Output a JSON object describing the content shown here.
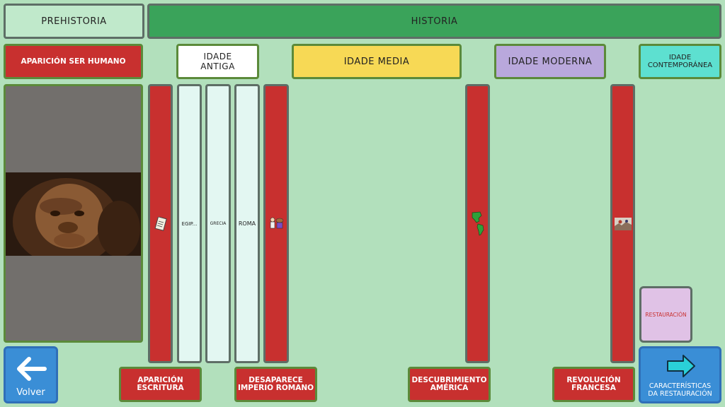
{
  "header": {
    "prehistory": "PREHISTORIA",
    "history": "HISTORIA"
  },
  "ages": {
    "human": "APARICIÓN SER HUMANO",
    "ancient_line1": "IDADE",
    "ancient_line2": "ANTIGA",
    "medieval": "IDADE MEDIA",
    "modern": "IDADE MODERNA",
    "contemporary_line1": "IDADE",
    "contemporary_line2": "CONTEMPORÁNEA"
  },
  "columns": {
    "egypt": "EGIP...",
    "greece": "GRECIA",
    "rome": "ROMA"
  },
  "events": {
    "writing_line1": "APARICIÓN",
    "writing_line2": "ESCRITURA",
    "rome_fall_line1": "DESAPARECE",
    "rome_fall_line2": "IMPERIO ROMANO",
    "america_line1": "DESCUBRIMIENTO",
    "america_line2": "AMÉRICA",
    "french_line1": "REVOLUCIÓN",
    "french_line2": "FRANCESA"
  },
  "restoration": "RESTAURACIÓN",
  "nav": {
    "back_label": "Volver",
    "next_line1": "CARACTERÍSTICAS",
    "next_line2": "DA RESTAURACIÓN"
  },
  "colors": {
    "background": "#b2e0bc",
    "red": "#c8302f",
    "history_green": "#3aa35a",
    "medieval_yellow": "#f7d955",
    "modern_purple": "#b9a8dc",
    "contemporary_cyan": "#5de0d0",
    "blue": "#3a8ed6"
  },
  "icons": [
    "document-icon",
    "historical-figure-icon",
    "americas-map-icon",
    "revolution-scene-icon",
    "arrow-left-icon",
    "arrow-right-icon"
  ]
}
